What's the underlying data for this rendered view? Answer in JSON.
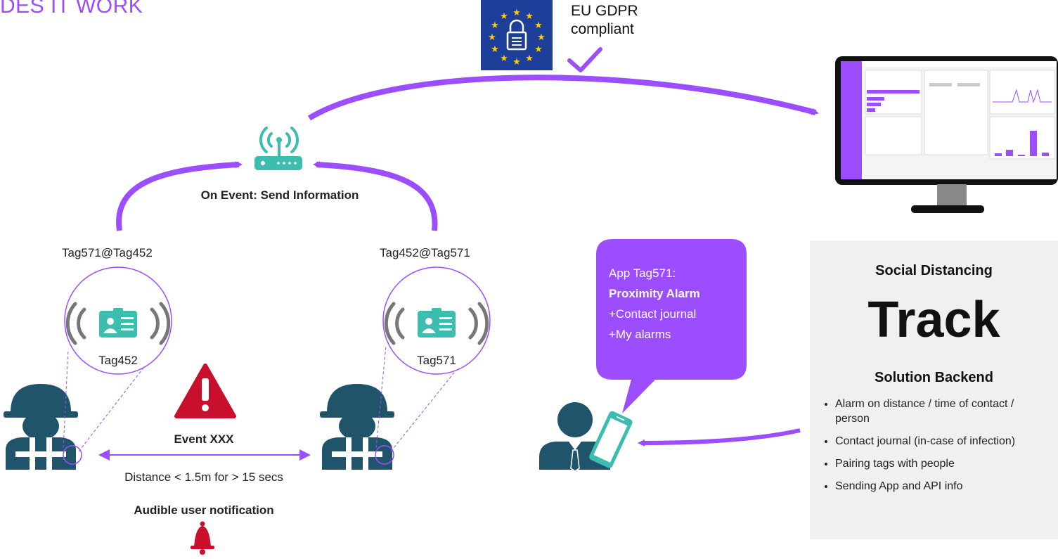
{
  "header": {
    "title": "DES IT WORK"
  },
  "gdpr": {
    "line1": "EU GDPR",
    "line2": "compliant",
    "icon": "eu-flag-lock-icon"
  },
  "router": {
    "caption": "On Event: Send Information",
    "icon": "wifi-router-icon"
  },
  "tags": {
    "left_pair": "Tag571@Tag452",
    "right_pair": "Tag452@Tag571",
    "left_tag": "Tag452",
    "right_tag": "Tag571"
  },
  "event": {
    "title": "Event XXX",
    "distance": "Distance < 1.5m for > 15 secs",
    "notification": "Audible user notification"
  },
  "app_bubble": {
    "line1": "App Tag571:",
    "line2": "Proximity Alarm",
    "line3": "+Contact journal",
    "line4": "+My alarms"
  },
  "side_panel": {
    "heading": "Social Distancing",
    "big": "Track",
    "subheading": "Solution Backend",
    "bullets": [
      "Alarm on distance / time of contact / person",
      "Contact journal (in-case of infection)",
      "Pairing tags with people",
      "Sending App and API info"
    ]
  },
  "colors": {
    "accent": "#9b4dff",
    "teal": "#3cbdb0",
    "worker": "#20546a",
    "alert": "#c8102e",
    "eu_blue": "#1d3f9a"
  }
}
